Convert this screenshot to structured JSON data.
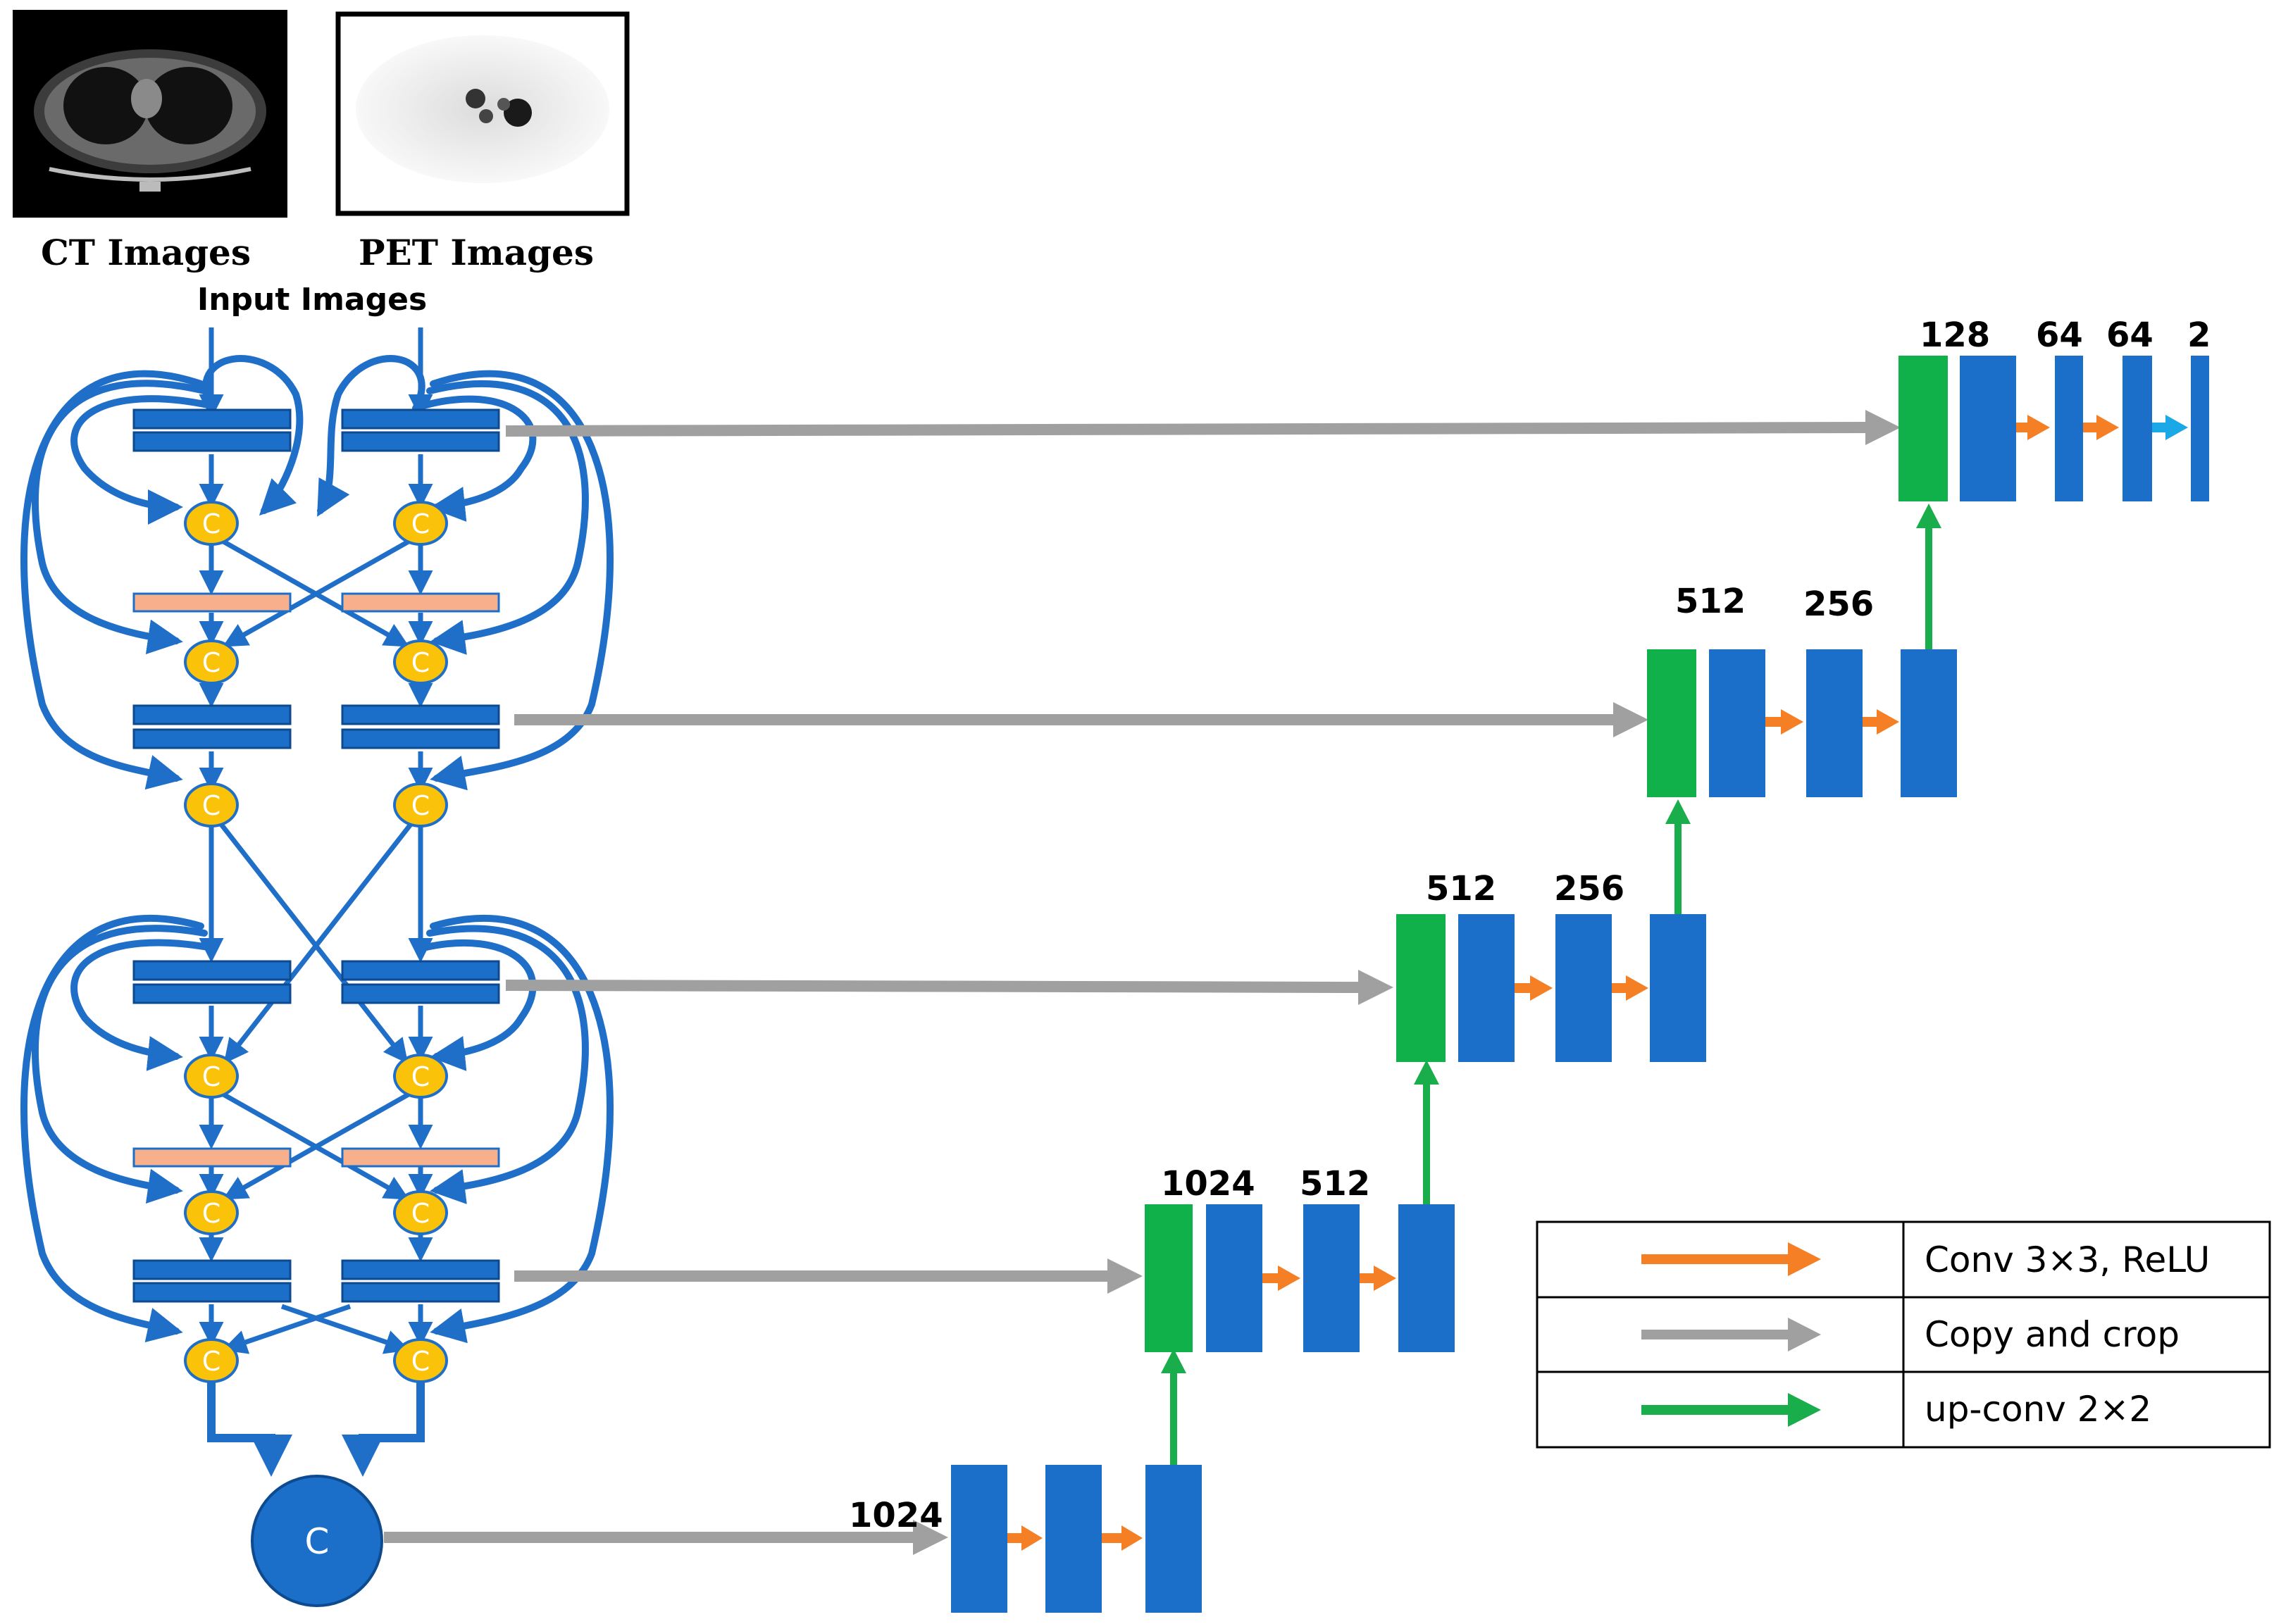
{
  "inputs": {
    "ct_label": "CT Images",
    "pet_label": "PET Images",
    "input_label": "Input Images"
  },
  "concat_symbol": "C",
  "decoder": {
    "bottom_label": "1024",
    "level3_labels": [
      "1024",
      "512"
    ],
    "level2_labels": [
      "512",
      "256"
    ],
    "level1_labels": [
      "512",
      "256"
    ],
    "top_labels": [
      "128",
      "64",
      "64",
      "2"
    ]
  },
  "legend": {
    "rows": [
      {
        "label": "Conv 3×3, ReLU",
        "color": "#f57f25"
      },
      {
        "label": "Copy and crop",
        "color": "#a0a0a0"
      },
      {
        "label": "up-conv 2×2",
        "color": "#19ad4b"
      }
    ]
  },
  "colors": {
    "block_blue": "#1b6fc8",
    "concat_green": "#10b14a",
    "conv_orange": "#f57f25",
    "copy_gray": "#a0a0a0",
    "upconv_green": "#19ad4b",
    "final_cyan": "#1aa9e6",
    "concat_yellow": "#fbc20a",
    "bn_salmon": "#f7b08b",
    "line_blue": "#1f6fc9"
  }
}
